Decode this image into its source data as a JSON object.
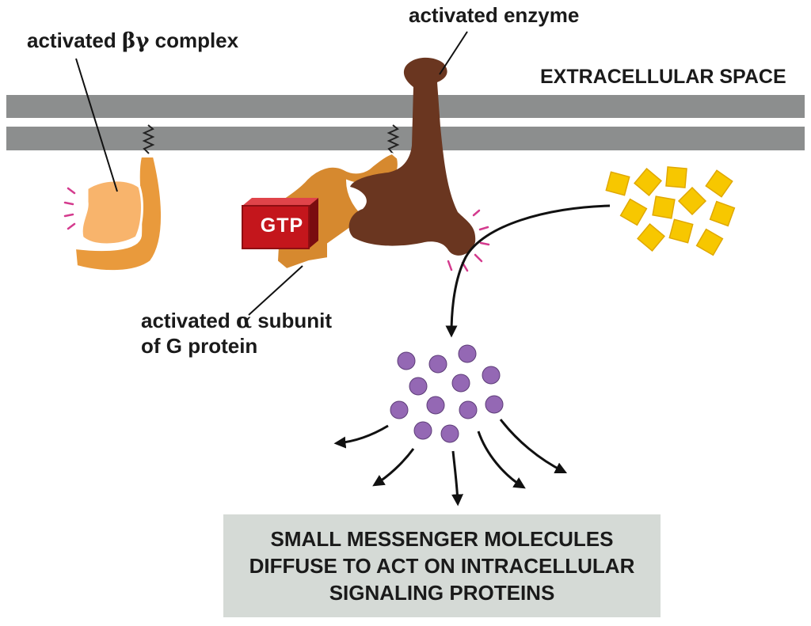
{
  "labels": {
    "activated_enzyme": "activated enzyme",
    "beta_gamma_prefix": "activated ",
    "beta_gamma_symbol": "βγ",
    "beta_gamma_suffix": " complex",
    "extracellular_space": "EXTRACELLULAR SPACE",
    "alpha_line1_prefix": "activated ",
    "alpha_symbol": "α",
    "alpha_line1_suffix": " subunit",
    "alpha_line2": "of G protein",
    "gtp": "GTP"
  },
  "outcome_box": {
    "text": "SMALL MESSENGER MOLECULES DIFFUSE TO ACT ON INTRACELLULAR SIGNALING PROTEINS"
  },
  "colors": {
    "membrane": "#8c8e8e",
    "beta_gamma_body": "#f8b46c",
    "beta_gamma_tail": "#e99a3c",
    "alpha_subunit": "#d6892f",
    "enzyme": "#6a3620",
    "gtp_box": "#c4161c",
    "substrate": "#f7c700",
    "messenger": "#9468b4",
    "activation_ticks": "#d43b8e"
  }
}
